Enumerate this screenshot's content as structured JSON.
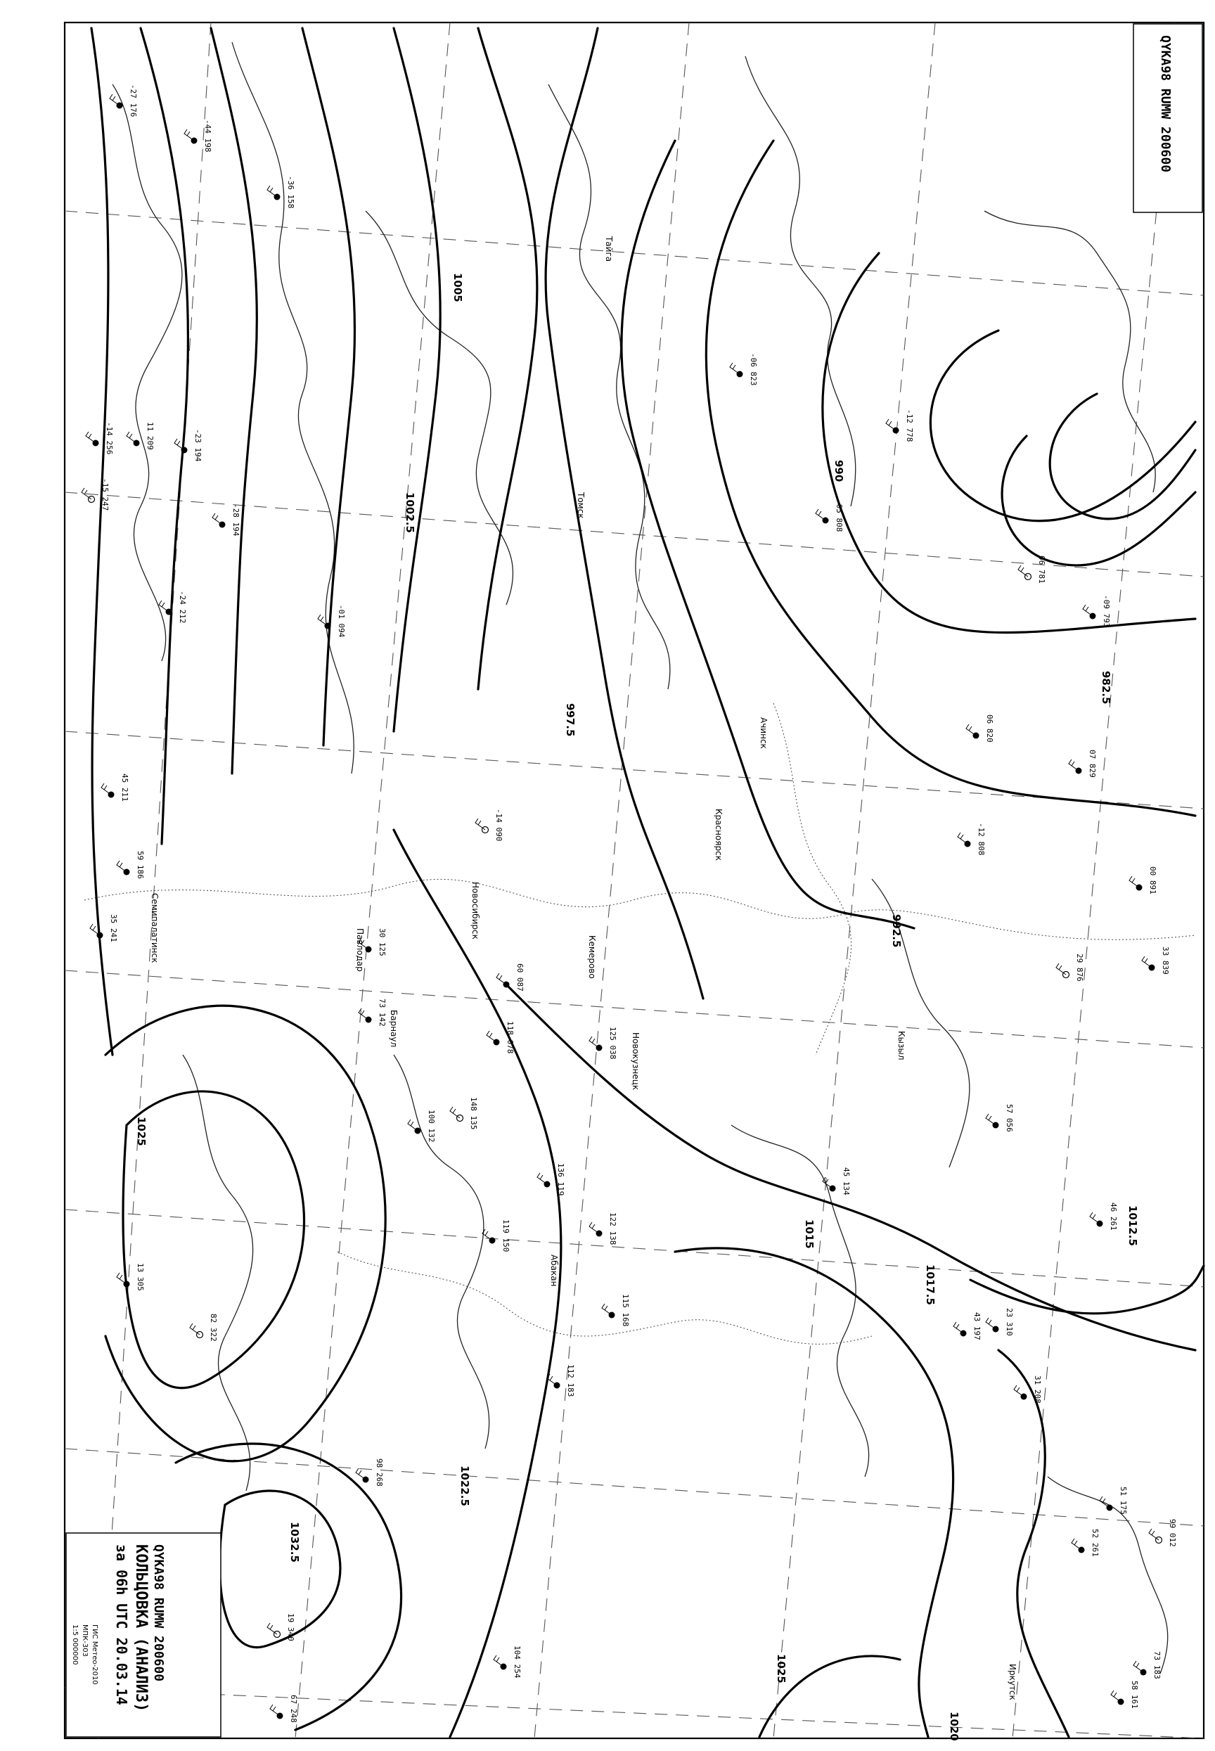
{
  "header": {
    "code": "QYKA98 RUMW 200600",
    "code_top": "QYKA98 RUMW 200600",
    "title": "КОЛЬЦОВКА (АНАЛИЗ)",
    "time": "за 06h UTC 20.03.14",
    "meta1": "ГИС Метео-2010",
    "meta2": "МПК-303",
    "meta3": "1:5 000000"
  },
  "isobars": [
    "1005",
    "1002.5",
    "997.5",
    "992.5",
    "990",
    "982.5",
    "1012.5",
    "1015",
    "1017.5",
    "1020",
    "1022.5",
    "1025",
    "1032.5",
    "1022.5"
  ],
  "cities": [
    "Семипалатинск",
    "Павлодар",
    "Новосибирск",
    "Томск",
    "Барнаул",
    "Кемерово",
    "Новокузнецк",
    "Красноярск",
    "Абакан",
    "Кызыл",
    "Иркутск",
    "Ачинск",
    "Тайга"
  ],
  "station_samples": [
    "-27 176",
    "-44 198",
    "-14 256",
    "-15 247",
    "11 209",
    "-23 194",
    "-28 194",
    "-36 158",
    "-24 212",
    "-01 094",
    "-14 090",
    "30 125",
    "73 142",
    "60 087",
    "118 078",
    "125 038",
    "136 119",
    "148 135",
    "115 168",
    "122 138",
    "119 150",
    "112 183",
    "104 254",
    "67 248",
    "82 322",
    "98 268",
    "100 132",
    "45 211",
    "59 186",
    "35 241",
    "13 305",
    "19 340",
    "23 310",
    "43 197",
    "31 208",
    "-06 823",
    "-05 808",
    "-12 778",
    "06 781",
    "-09 793",
    "06 820",
    "07 829",
    "-12 808",
    "00 891",
    "33 839",
    "29 876",
    "57 056",
    "45 134",
    "46 261",
    "52 261",
    "73 183",
    "51 175",
    "99 012",
    "58 161"
  ],
  "colors": {
    "ink": "#000000",
    "paper": "#ffffff",
    "grid": "#555555"
  }
}
